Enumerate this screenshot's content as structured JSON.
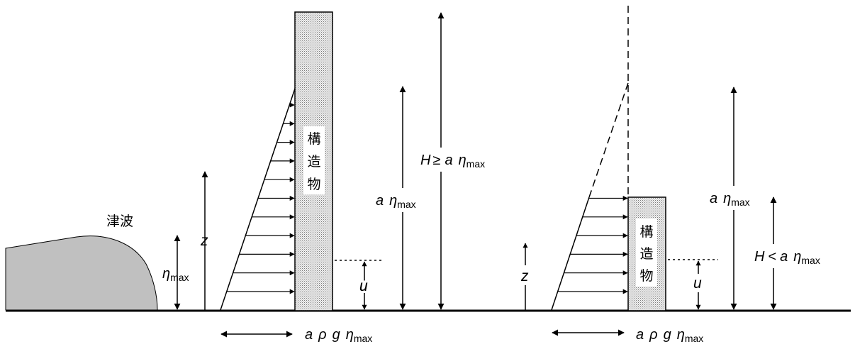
{
  "tsunami_label": "津波",
  "structure_label_chars": [
    "構",
    "造",
    "物"
  ],
  "left_panel": {
    "eta_max_label": {
      "sym": "η",
      "sub": "max"
    },
    "z_label": "z",
    "u_label": "u",
    "a_eta_label": {
      "a": "a",
      "sym": "η",
      "sub": "max"
    },
    "height_label": {
      "H": "H",
      "op": "≥",
      "a": "a",
      "sym": "η",
      "sub": "max"
    },
    "pressure_label": {
      "a": "a",
      "rho": "ρ",
      "g": "g",
      "sym": "η",
      "sub": "max"
    }
  },
  "right_panel": {
    "z_label": "z",
    "u_label": "u",
    "a_eta_label": {
      "a": "a",
      "sym": "η",
      "sub": "max"
    },
    "height_label": {
      "H": "H",
      "op": "<",
      "a": "a",
      "sym": "η",
      "sub": "max"
    },
    "pressure_label": {
      "a": "a",
      "rho": "ρ",
      "g": "g",
      "sym": "η",
      "sub": "max"
    }
  },
  "colors": {
    "tsunami_fill": "#c0c0c0",
    "structure_fill": "#e4e4e4",
    "line": "#000000"
  }
}
